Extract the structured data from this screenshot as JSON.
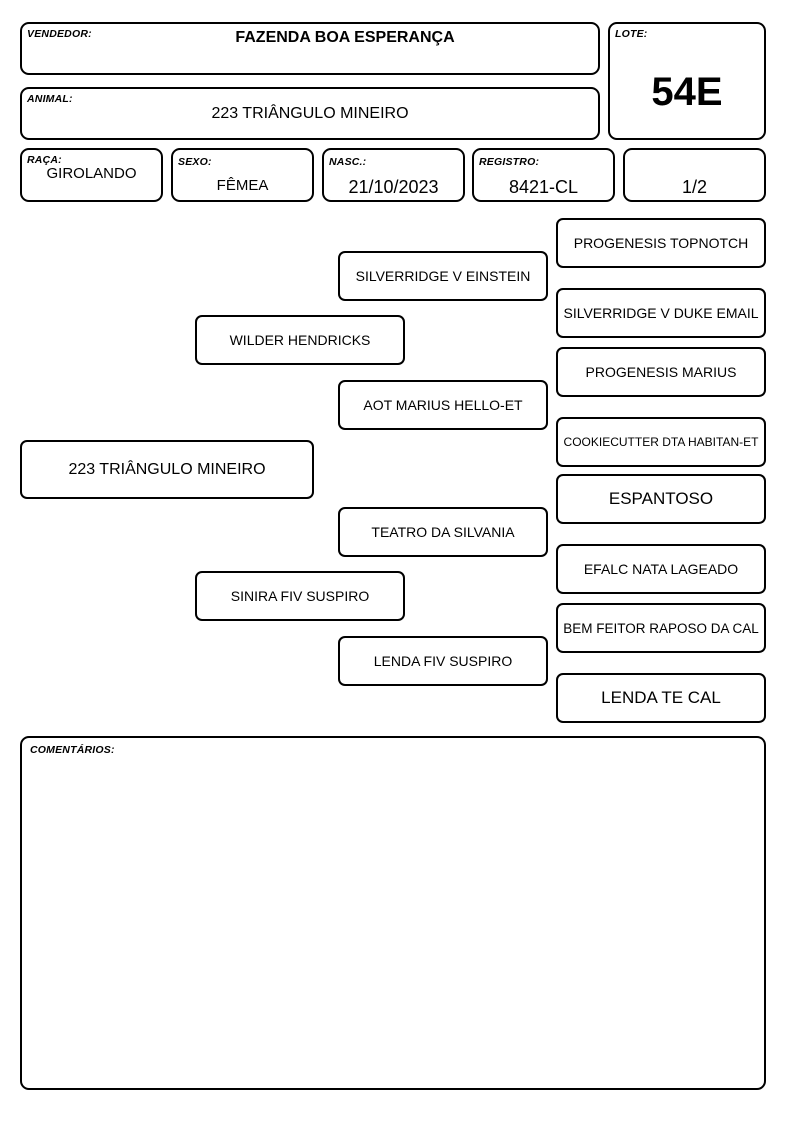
{
  "header": {
    "vendedor_label": "VENDEDOR:",
    "vendedor": "FAZENDA BOA ESPERANÇA",
    "lote_label": "LOTE:",
    "lote": "54E",
    "animal_label": "ANIMAL:",
    "animal": "223 TRIÂNGULO MINEIRO"
  },
  "info": {
    "raca_label": "RAÇA:",
    "raca": "GIROLANDO",
    "sexo_label": "SEXO:",
    "sexo": "FÊMEA",
    "nasc_label": "NASC.:",
    "nasc": "21/10/2023",
    "registro_label": "REGISTRO:",
    "registro": "8421-CL",
    "page": "1/2"
  },
  "pedigree": {
    "animal": "223 TRIÂNGULO MINEIRO",
    "sire": "WILDER HENDRICKS",
    "dam": "SINIRA FIV SUSPIRO",
    "sire_sire": "SILVERRIDGE V EINSTEIN",
    "sire_dam": "AOT MARIUS HELLO-ET",
    "dam_sire": "TEATRO DA SILVANIA",
    "dam_dam": "LENDA FIV SUSPIRO",
    "g3": [
      "PROGENESIS TOPNOTCH",
      "SILVERRIDGE V DUKE EMAIL",
      "PROGENESIS MARIUS",
      "COOKIECUTTER DTA HABITAN-ET",
      "ESPANTOSO",
      "EFALC NATA LAGEADO",
      "BEM FEITOR RAPOSO DA CAL",
      "LENDA TE CAL"
    ]
  },
  "comments": {
    "label": "COMENTÁRIOS:"
  }
}
